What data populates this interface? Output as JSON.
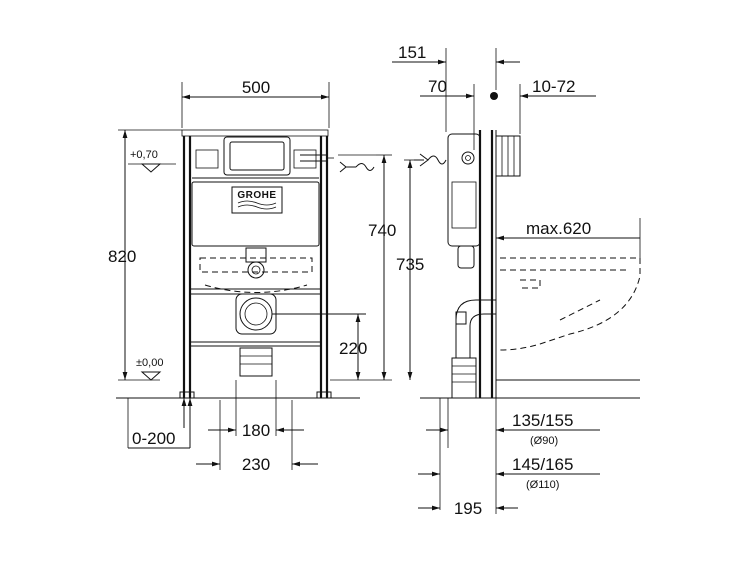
{
  "front_view": {
    "width_label": "500",
    "height_label": "820",
    "inlet_height_label": "740",
    "drain_height_label": "220",
    "level_top_label": "+0,70",
    "level_floor_label": "±0,00",
    "floor_offset_label": "0-200",
    "pipe_spacing_inner_label": "180",
    "pipe_spacing_outer_label": "230",
    "brand_logo_text": "GROHE"
  },
  "side_view": {
    "depth_top_label": "151",
    "depth_mid_label": "70",
    "wall_label": "10-72",
    "height_label": "735",
    "bowl_label": "max.620",
    "drain_90_label": "135/155",
    "drain_90_diameter_label": "(Ø90)",
    "drain_110_label": "145/165",
    "drain_110_diameter_label": "(Ø110)",
    "bottom_depth_label": "195"
  }
}
